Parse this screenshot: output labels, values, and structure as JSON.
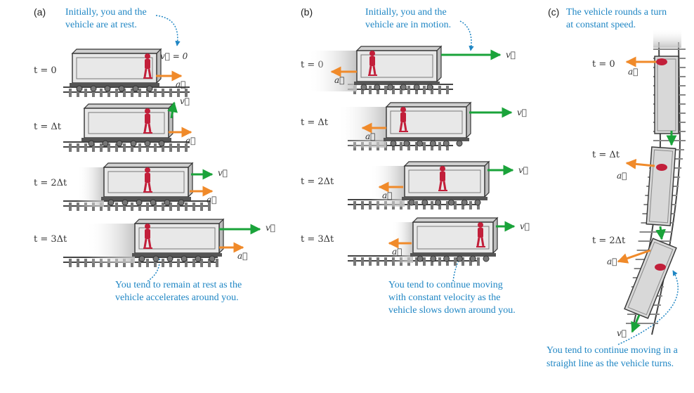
{
  "panels": {
    "a": {
      "label": "(a)",
      "caption_top": [
        "Initially, you and the",
        "vehicle are at rest."
      ],
      "caption_bottom": [
        "You tend to remain at rest as the",
        "vehicle accelerates around you."
      ],
      "v_zero": "v⃗ = 0",
      "times": [
        "t = 0",
        "t = Δt",
        "t = 2Δt",
        "t = 3Δt"
      ]
    },
    "b": {
      "label": "(b)",
      "caption_top": [
        "Initially, you and the",
        "vehicle are in motion."
      ],
      "caption_bottom": [
        "You tend to continue moving",
        "with constant velocity as the",
        "vehicle slows down around you."
      ],
      "times": [
        "t = 0",
        "t = Δt",
        "t = 2Δt",
        "t = 3Δt"
      ]
    },
    "c": {
      "label": "(c)",
      "caption_top": [
        "The vehicle rounds a turn",
        "at constant speed."
      ],
      "caption_bottom": [
        "You tend to continue moving in a",
        "straight line as the vehicle turns."
      ],
      "times": [
        "t = 0",
        "t = Δt",
        "t = 2Δt"
      ]
    }
  },
  "vector_labels": {
    "velocity": "v⃗",
    "acceleration": "a⃗"
  },
  "colors": {
    "velocity": "#1aa33a",
    "acceleration": "#f08a2a",
    "caption": "#1f86c4",
    "person": "#c21f3a",
    "car_body": "#e8e8e8"
  }
}
